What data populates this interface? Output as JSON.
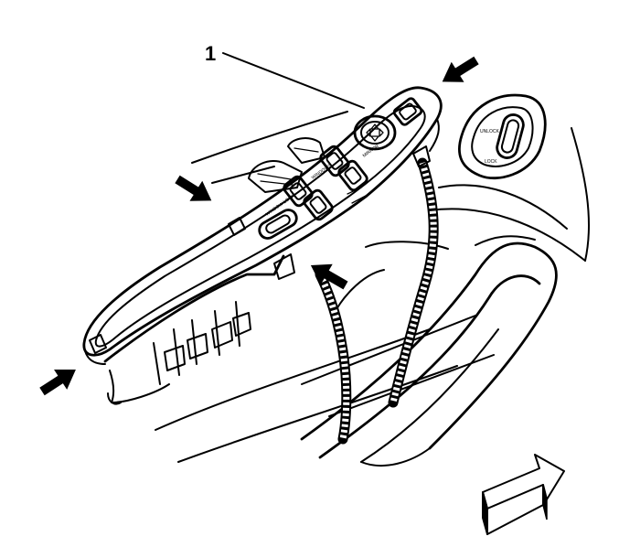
{
  "figure": {
    "callout_number": "1"
  },
  "switch_labels": {
    "window_lock": "WINDOW LOCK",
    "windows": "WINDOWS",
    "mirror": "MIRROR",
    "unlock": "UNLOCK",
    "lock": "LOCK"
  },
  "icons": {
    "indicator_arrows": "solid-black-arrow",
    "view_direction": "outlined-3d-arrow"
  },
  "colors": {
    "ink": "#000000",
    "paper": "#ffffff"
  }
}
